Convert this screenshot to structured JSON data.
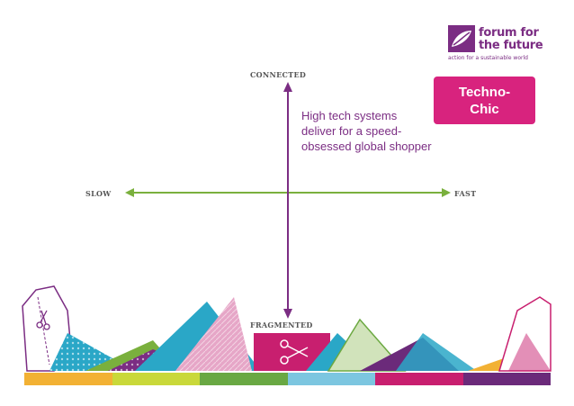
{
  "logo": {
    "line1": "forum for",
    "line2": "the future",
    "tagline": "action for a sustainable world"
  },
  "axes": {
    "top": "CONNECTED",
    "bottom": "FRAGMENTED",
    "left": "SLOW",
    "right": "FAST"
  },
  "scenario": {
    "callout": "High tech systems deliver for a speed-obsessed global shopper",
    "badge": "Techno-Chic"
  },
  "colors": {
    "purple": "#7b2d83",
    "magenta": "#d8237e",
    "green": "#7ab03d",
    "footer": [
      "#f2b134",
      "#9fc03e",
      "#69a843",
      "#5ab9d8",
      "#c81f6f",
      "#6b2a7a"
    ]
  }
}
